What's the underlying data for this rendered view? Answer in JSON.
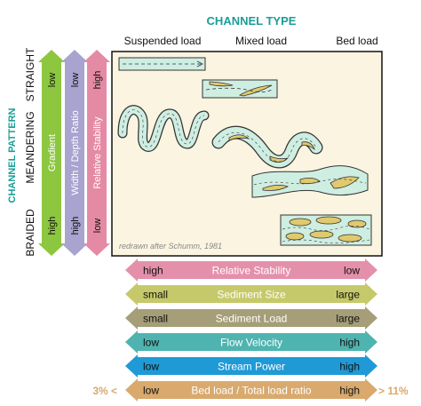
{
  "diagram": {
    "title": "CHANNEL TYPE",
    "channel_types": [
      "Suspended load",
      "Mixed load",
      "Bed load"
    ],
    "pattern_title": "CHANNEL PATTERN",
    "patterns": [
      "BRAIDED",
      "MEANDERING",
      "STRAIGHT"
    ],
    "credit": "redrawn after Schumm, 1981",
    "vertical_arrows": [
      {
        "label": "Gradient",
        "top": "low",
        "bottom": "high",
        "color": "#8dc63f"
      },
      {
        "label": "Width / Depth Ratio",
        "top": "low",
        "bottom": "high",
        "color": "#a8a3cf"
      },
      {
        "label": "Relative Stability",
        "top": "high",
        "bottom": "low",
        "color": "#e58aa4"
      }
    ],
    "horizontal_arrows": [
      {
        "label": "Relative Stability",
        "left": "high",
        "right": "low",
        "color": "#e590ab"
      },
      {
        "label": "Sediment Size",
        "left": "small",
        "right": "large",
        "color": "#c6c96a"
      },
      {
        "label": "Sediment Load",
        "left": "small",
        "right": "large",
        "color": "#a59e78"
      },
      {
        "label": "Flow Velocity",
        "left": "low",
        "right": "high",
        "color": "#4fb4b0"
      },
      {
        "label": "Stream Power",
        "left": "low",
        "right": "high",
        "color": "#1f9ad6"
      },
      {
        "label": "Bed load / Total load ratio",
        "left": "low",
        "right": "high",
        "color": "#d9a96d"
      }
    ],
    "ratio_min": "3% <",
    "ratio_max": "> 11%",
    "colors": {
      "title": "#1a9e97",
      "panel_bg": "#fbf4e1",
      "channel_water": "#cfeee2",
      "bar_sediment": "#e0c96e"
    }
  }
}
